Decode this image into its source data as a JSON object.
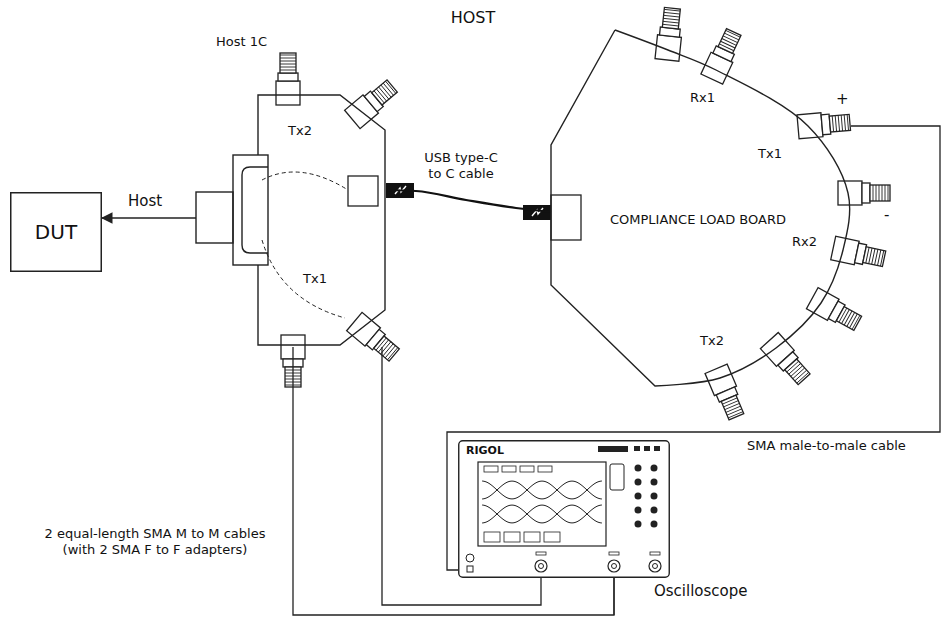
{
  "diagram": {
    "title": "HOST",
    "nodes": [
      {
        "text": [
          "DUT"
        ]
      },
      {
        "text": [
          "Host 1C"
        ]
      },
      {
        "text": [
          "COMPLIANCE LOAD BOARD"
        ]
      },
      {
        "text": [
          "RIGOL",
          "Oscilloscope"
        ]
      }
    ],
    "edges": [
      {
        "from": 1,
        "to": 0,
        "arrow": "to",
        "label": "Host"
      },
      {
        "from": 1,
        "to": 2,
        "arrow": "none",
        "label": "USB type-C to C cable"
      },
      {
        "from": 2,
        "to": 3,
        "arrow": "none",
        "label": "SMA male-to-male cable"
      },
      {
        "from": 1,
        "to": 3,
        "arrow": "none",
        "label": "2 equal-length SMA M to M cables (with 2 SMA F to F adapters)"
      },
      {
        "from": 1,
        "to": 3,
        "arrow": "none"
      }
    ],
    "labels": [
      "Tx2",
      "Tx1",
      "Rx1",
      "Tx1",
      "+",
      "-",
      "Rx2",
      "Tx2"
    ]
  }
}
